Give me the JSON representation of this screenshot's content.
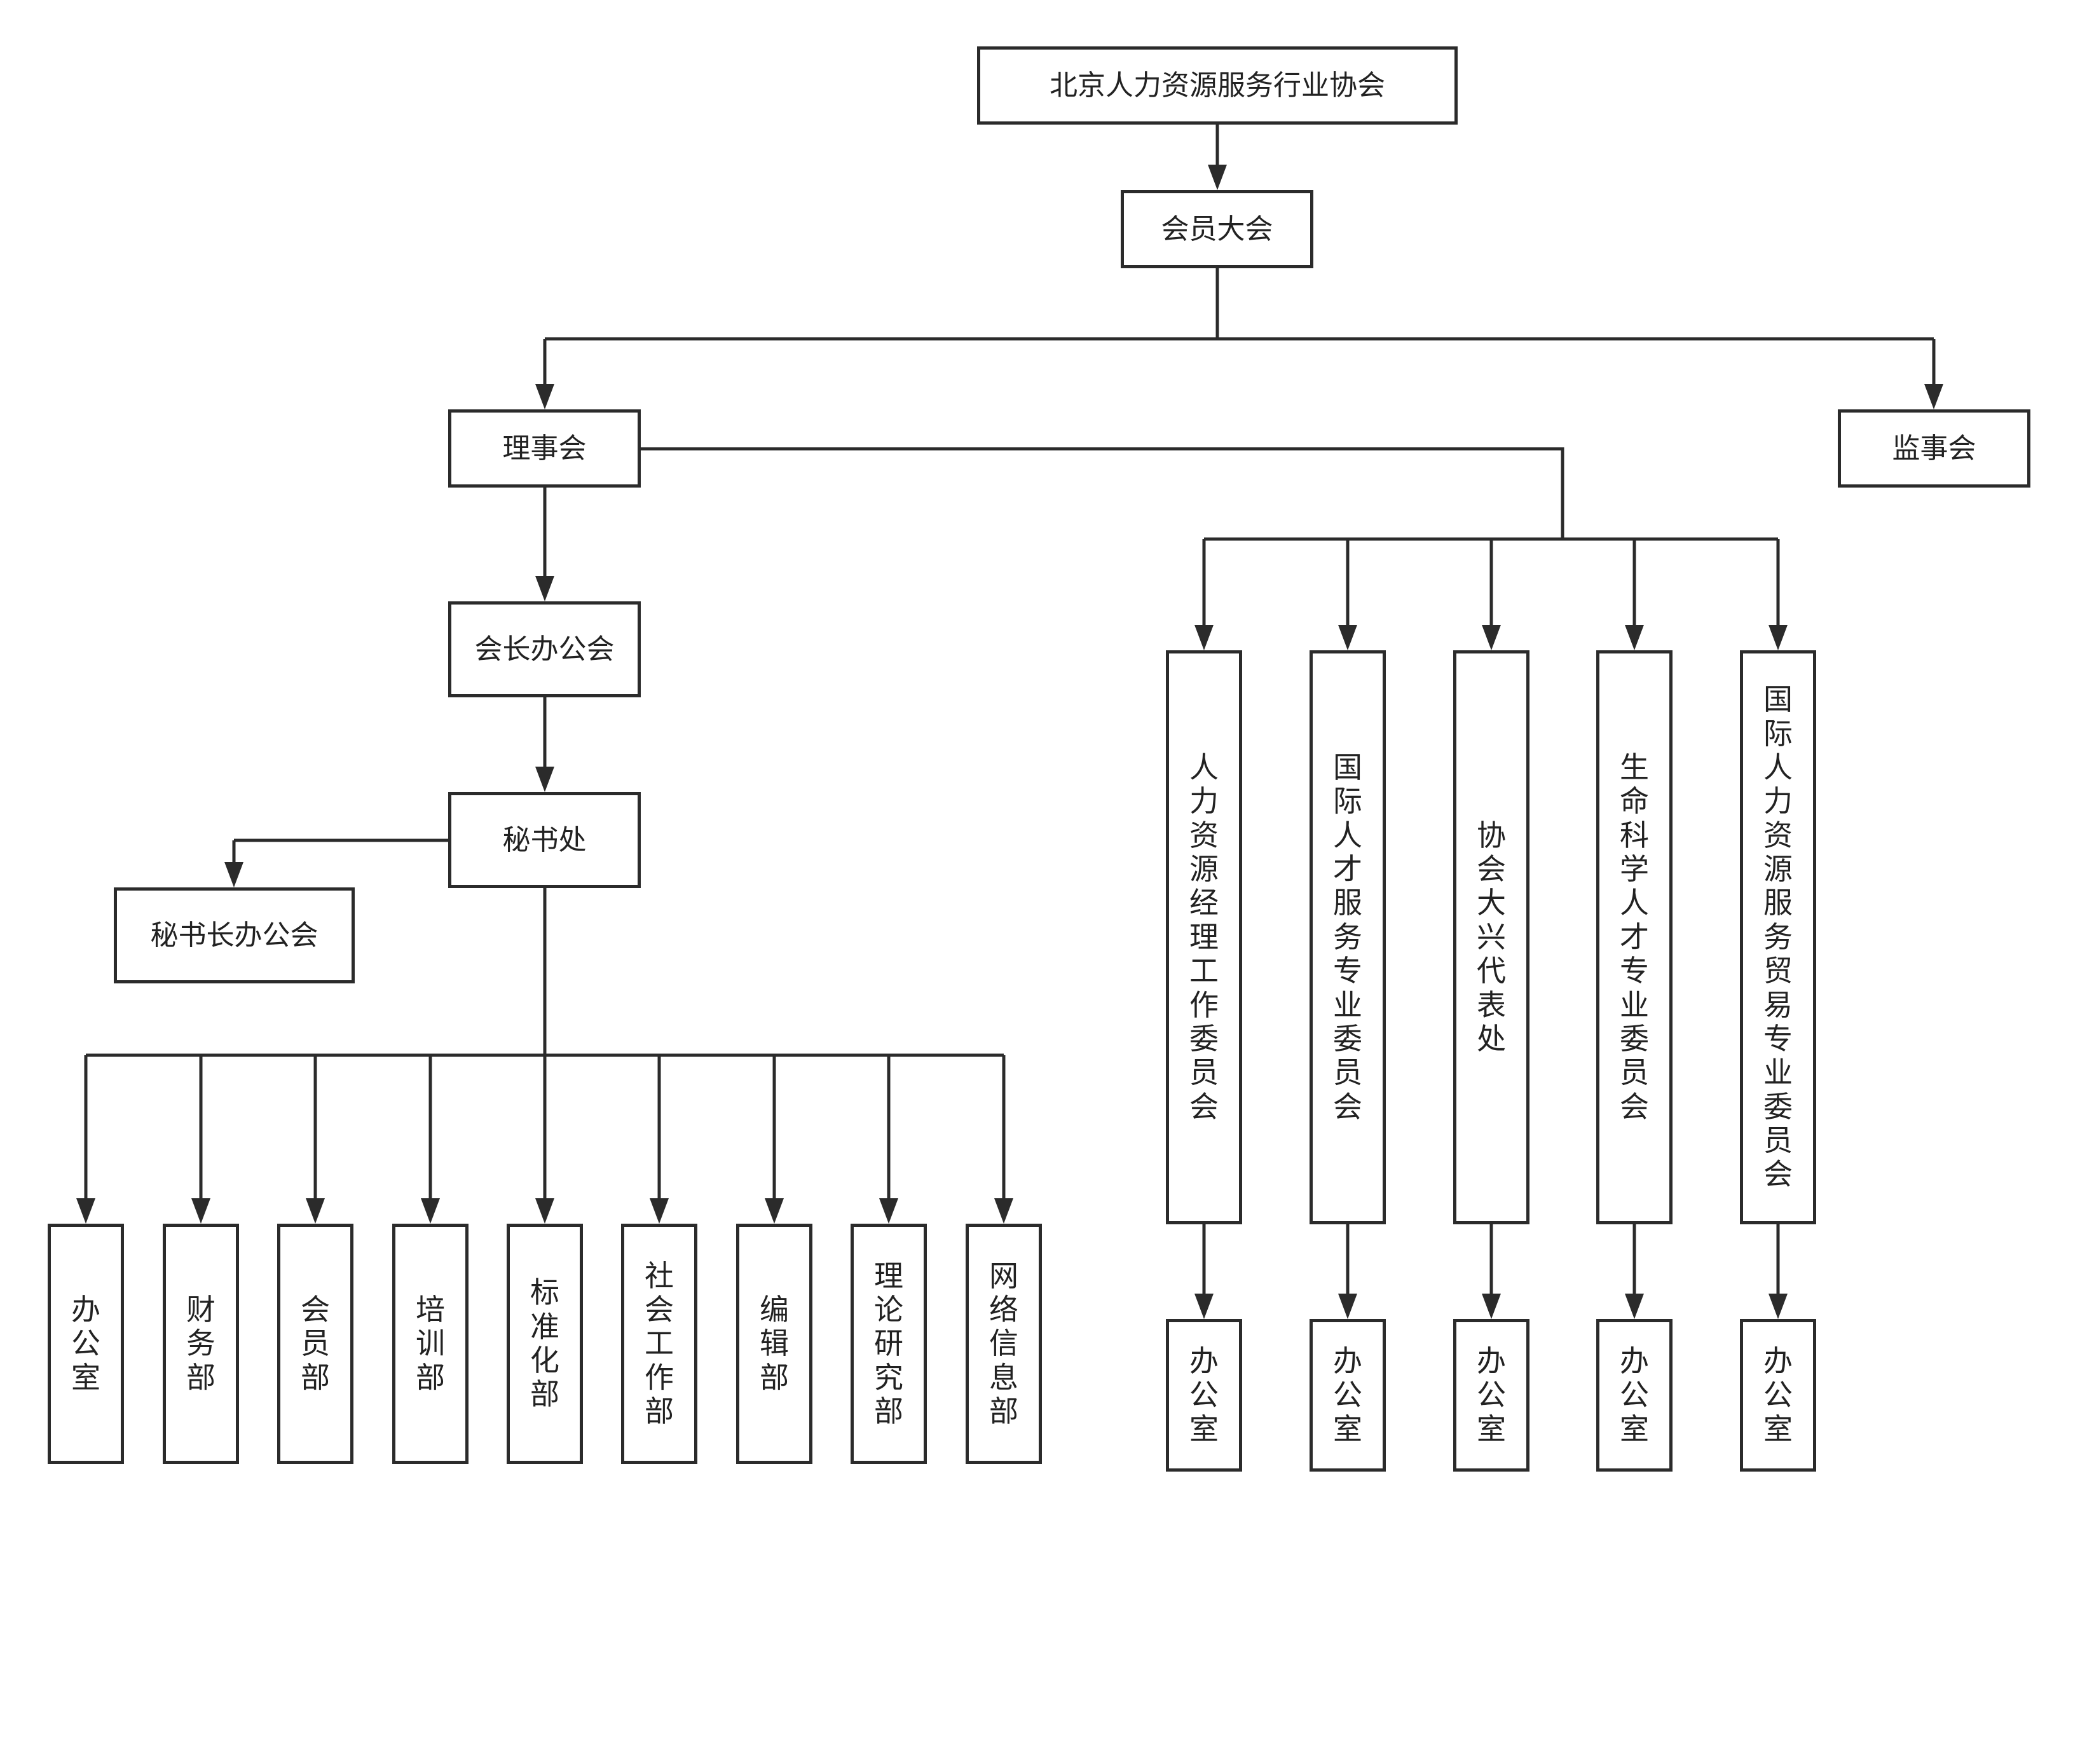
{
  "org": {
    "root": "北京人力资源服务行业协会",
    "assembly": "会员大会",
    "council": "理事会",
    "supervisors": "监事会",
    "president_office": "会长办公会",
    "secretariat": "秘书处",
    "secretary_general_office": "秘书长办公会",
    "departments": [
      "办公室",
      "财务部",
      "会员部",
      "培训部",
      "标准化部",
      "社会工作部",
      "编辑部",
      "理论研究部",
      "网络信息部"
    ],
    "committees": [
      "人力资源经理工作委员会",
      "国际人才服务专业委员会",
      "协会大兴代表处",
      "生命科学人才专业委员会",
      "国际人力资源服务贸易专业委员会"
    ],
    "committee_offices": [
      "办公室",
      "办公室",
      "办公室",
      "办公室",
      "办公室"
    ]
  }
}
